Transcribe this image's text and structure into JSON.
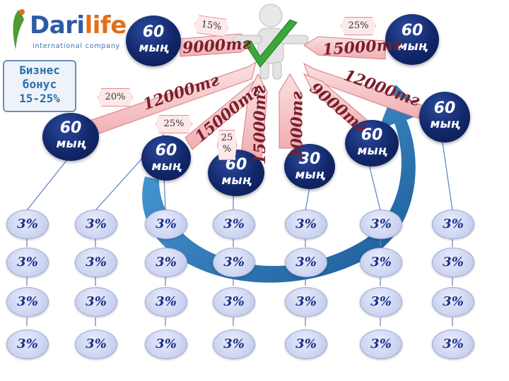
{
  "logo": {
    "name_part1": "Dari",
    "name_part2": "life",
    "subtitle": "international company"
  },
  "bonus": {
    "line1": "Бизнес",
    "line2": "бонус",
    "line3": "15-25%"
  },
  "nodes": [
    {
      "amount": "60",
      "unit": "мың"
    },
    {
      "amount": "60",
      "unit": "мың"
    },
    {
      "amount": "60",
      "unit": "мың"
    },
    {
      "amount": "60",
      "unit": "мың"
    },
    {
      "amount": "60",
      "unit": "мың"
    },
    {
      "amount": "60",
      "unit": "мың"
    },
    {
      "amount": "30",
      "unit": "мың"
    },
    {
      "amount": "60",
      "unit": "мың"
    }
  ],
  "percent_tags": [
    "15%",
    "25%",
    "20%",
    "25%",
    "25 %"
  ],
  "arrow_labels": [
    "9000тг",
    "15000тг",
    "12000тг",
    "12000тг",
    "9000тг",
    "15000тг",
    "15000тг",
    "3000тг"
  ],
  "grid_cell": "3%",
  "colors": {
    "node_fill": "#12276a",
    "pct_fill": "#c9d1f0",
    "arrow_fill": "#f6c8ca",
    "cycle_fill": "#1a73b8"
  }
}
